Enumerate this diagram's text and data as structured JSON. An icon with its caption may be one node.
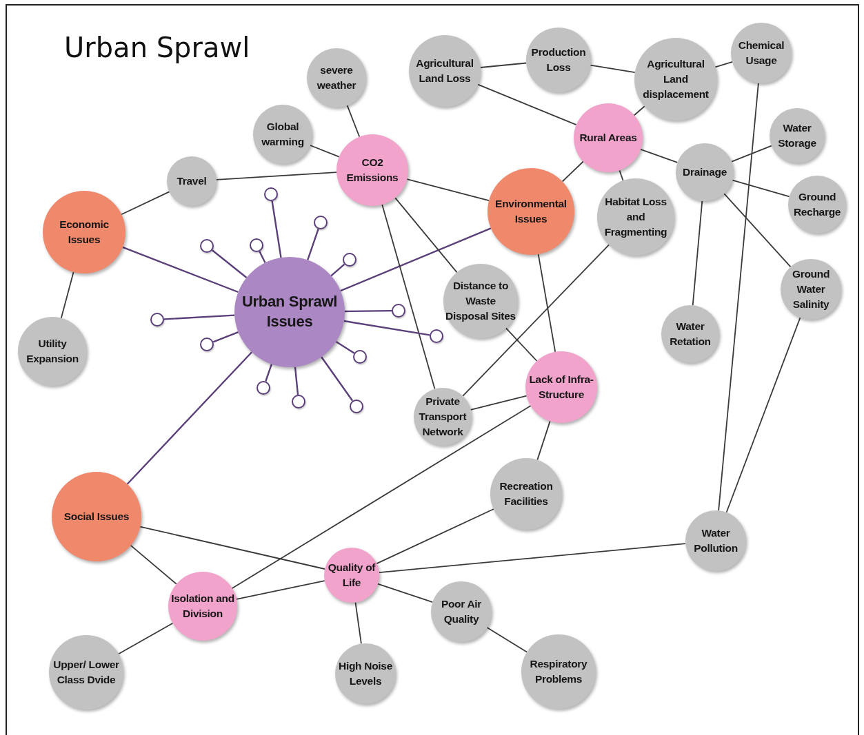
{
  "diagram": {
    "title": "Urban Sprawl",
    "nodes": [
      {
        "text": [
          "Urban Sprawl Issues"
        ]
      },
      {
        "text": [
          "Economic Issues"
        ]
      },
      {
        "text": [
          "Environmental Issues"
        ]
      },
      {
        "text": [
          "Social Issues"
        ]
      },
      {
        "text": [
          "Travel"
        ]
      },
      {
        "text": [
          "Global warming"
        ]
      },
      {
        "text": [
          "severe weather"
        ]
      },
      {
        "text": [
          "CO2 Emissions"
        ]
      },
      {
        "text": [
          "Agricultural Land Loss"
        ]
      },
      {
        "text": [
          "Production Loss"
        ]
      },
      {
        "text": [
          "Agricultural Land displacement"
        ]
      },
      {
        "text": [
          "Chemical Usage"
        ]
      },
      {
        "text": [
          "Rural Areas"
        ]
      },
      {
        "text": [
          "Drainage"
        ]
      },
      {
        "text": [
          "Water Storage"
        ]
      },
      {
        "text": [
          "Ground Recharge"
        ]
      },
      {
        "text": [
          "Habitat Loss and Fragmenting"
        ]
      },
      {
        "text": [
          "Ground Water Salinity"
        ]
      },
      {
        "text": [
          "Utility Expansion"
        ]
      },
      {
        "text": [
          "Distance to Waste Disposal Sites"
        ]
      },
      {
        "text": [
          "Water Retation"
        ]
      },
      {
        "text": [
          "Lack of Infra-Structure"
        ]
      },
      {
        "text": [
          "Private Transport Network"
        ]
      },
      {
        "text": [
          "Recreation Facilities"
        ]
      },
      {
        "text": [
          "Water Pollution"
        ]
      },
      {
        "text": [
          "Quality of Life"
        ]
      },
      {
        "text": [
          "Isolation and Division"
        ]
      },
      {
        "text": [
          "Poor Air Quality"
        ]
      },
      {
        "text": [
          "High Noise Levels"
        ]
      },
      {
        "text": [
          "Upper/ Lower Class Dvide"
        ]
      },
      {
        "text": [
          "Respiratory Problems"
        ]
      },
      {
        "text": [],
        "shape": "circle"
      },
      {
        "text": [],
        "shape": "circle"
      },
      {
        "text": [],
        "shape": "circle"
      },
      {
        "text": [],
        "shape": "circle"
      },
      {
        "text": [],
        "shape": "circle"
      },
      {
        "text": [],
        "shape": "circle"
      },
      {
        "text": [],
        "shape": "circle"
      },
      {
        "text": [],
        "shape": "circle"
      },
      {
        "text": [],
        "shape": "circle"
      },
      {
        "text": [],
        "shape": "circle"
      },
      {
        "text": [],
        "shape": "circle"
      },
      {
        "text": [],
        "shape": "circle"
      },
      {
        "text": [],
        "shape": "circle"
      }
    ],
    "edges": [
      {
        "from": 1,
        "to": 4,
        "arrow": "none"
      },
      {
        "from": 4,
        "to": 7,
        "arrow": "none"
      },
      {
        "from": 1,
        "to": 18,
        "arrow": "none"
      },
      {
        "from": 0,
        "to": 1,
        "arrow": "none",
        "color": "#5a3f7a"
      },
      {
        "from": 0,
        "to": 2,
        "arrow": "none",
        "color": "#5a3f7a"
      },
      {
        "from": 0,
        "to": 3,
        "arrow": "none",
        "color": "#5a3f7a"
      },
      {
        "from": 5,
        "to": 7,
        "arrow": "none"
      },
      {
        "from": 6,
        "to": 7,
        "arrow": "none"
      },
      {
        "from": 7,
        "to": 2,
        "arrow": "none"
      },
      {
        "from": 7,
        "to": 19,
        "arrow": "none"
      },
      {
        "from": 7,
        "to": 22,
        "arrow": "none"
      },
      {
        "from": 8,
        "to": 9,
        "arrow": "none"
      },
      {
        "from": 9,
        "to": 10,
        "arrow": "none"
      },
      {
        "from": 10,
        "to": 11,
        "arrow": "none"
      },
      {
        "from": 8,
        "to": 12,
        "arrow": "none"
      },
      {
        "from": 12,
        "to": 10,
        "arrow": "none"
      },
      {
        "from": 12,
        "to": 2,
        "arrow": "none"
      },
      {
        "from": 12,
        "to": 16,
        "arrow": "none"
      },
      {
        "from": 12,
        "to": 13,
        "arrow": "none"
      },
      {
        "from": 13,
        "to": 14,
        "arrow": "none"
      },
      {
        "from": 13,
        "to": 15,
        "arrow": "none"
      },
      {
        "from": 13,
        "to": 17,
        "arrow": "none"
      },
      {
        "from": 13,
        "to": 20,
        "arrow": "none"
      },
      {
        "from": 11,
        "to": 24,
        "arrow": "none"
      },
      {
        "from": 17,
        "to": 24,
        "arrow": "none"
      },
      {
        "from": 2,
        "to": 21,
        "arrow": "none"
      },
      {
        "from": 19,
        "to": 21,
        "arrow": "none"
      },
      {
        "from": 16,
        "to": 22,
        "arrow": "none"
      },
      {
        "from": 22,
        "to": 21,
        "arrow": "none"
      },
      {
        "from": 21,
        "to": 26,
        "arrow": "none"
      },
      {
        "from": 21,
        "to": 23,
        "arrow": "none"
      },
      {
        "from": 23,
        "to": 25,
        "arrow": "none"
      },
      {
        "from": 25,
        "to": 24,
        "arrow": "none"
      },
      {
        "from": 3,
        "to": 25,
        "arrow": "none"
      },
      {
        "from": 3,
        "to": 26,
        "arrow": "none"
      },
      {
        "from": 26,
        "to": 25,
        "arrow": "none"
      },
      {
        "from": 26,
        "to": 29,
        "arrow": "none"
      },
      {
        "from": 25,
        "to": 28,
        "arrow": "none"
      },
      {
        "from": 25,
        "to": 27,
        "arrow": "none"
      },
      {
        "from": 27,
        "to": 30,
        "arrow": "none"
      },
      {
        "from": 0,
        "to": 31,
        "arrow": "none",
        "color": "#5a3f7a"
      },
      {
        "from": 0,
        "to": 32,
        "arrow": "none",
        "color": "#5a3f7a"
      },
      {
        "from": 0,
        "to": 33,
        "arrow": "none",
        "color": "#5a3f7a"
      },
      {
        "from": 0,
        "to": 34,
        "arrow": "none",
        "color": "#5a3f7a"
      },
      {
        "from": 0,
        "to": 35,
        "arrow": "none",
        "color": "#5a3f7a"
      },
      {
        "from": 0,
        "to": 36,
        "arrow": "none",
        "color": "#5a3f7a"
      },
      {
        "from": 0,
        "to": 37,
        "arrow": "none",
        "color": "#5a3f7a"
      },
      {
        "from": 0,
        "to": 38,
        "arrow": "none",
        "color": "#5a3f7a"
      },
      {
        "from": 0,
        "to": 39,
        "arrow": "none",
        "color": "#5a3f7a"
      },
      {
        "from": 0,
        "to": 40,
        "arrow": "none",
        "color": "#5a3f7a"
      },
      {
        "from": 0,
        "to": 41,
        "arrow": "none",
        "color": "#5a3f7a"
      },
      {
        "from": 0,
        "to": 42,
        "arrow": "none",
        "color": "#5a3f7a"
      },
      {
        "from": 0,
        "to": 43,
        "arrow": "none",
        "color": "#5a3f7a"
      }
    ]
  }
}
